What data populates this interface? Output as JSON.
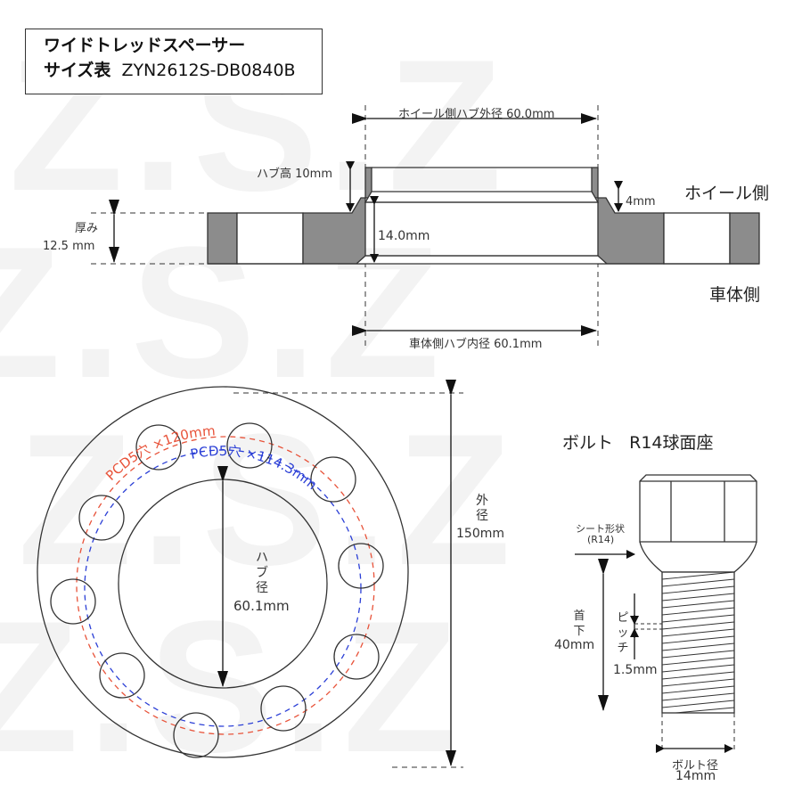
{
  "title": {
    "line1": "ワイドトレッドスペーサー",
    "line2_label": "サイズ表",
    "model": "ZYN2612S-DB0840B"
  },
  "watermark": "Z.S.Z",
  "side_view": {
    "wheel_hub_outer_diameter": "ホイール側ハブ外径 60.0mm",
    "hub_height": "ハブ高 10mm",
    "lip_height": "4mm",
    "wheel_side": "ホイール側",
    "thickness_label": "厚み",
    "thickness_value": "12.5 mm",
    "inner_height": "14.0mm",
    "vehicle_side": "車体側",
    "vehicle_hub_inner_diameter": "車体側ハブ内径  60.1mm"
  },
  "front_view": {
    "pcd_outer": "PCD5穴 ×120mm",
    "pcd_inner": "PCD5穴 ×114.3mm",
    "hub_diameter_label": [
      "ハ",
      "ブ",
      "径"
    ],
    "hub_diameter_value": "60.1mm",
    "outer_diameter_label": [
      "外",
      "径"
    ],
    "outer_diameter_value": "150mm",
    "colors": {
      "pcd_outer": "#e8533a",
      "pcd_inner": "#2b3fd6",
      "spacer_fill": "#8c8c8c"
    }
  },
  "bolt": {
    "title": "ボルト   R14球面座",
    "seat_shape_label": "シート形状",
    "seat_shape_value": "(R14)",
    "neck_label": [
      "首",
      "下"
    ],
    "neck_value": "40mm",
    "pitch_label": [
      "ピ",
      "ッ",
      "チ"
    ],
    "pitch_value": "1.5mm",
    "diameter_label": "ボルト径",
    "diameter_value": "14mm"
  }
}
